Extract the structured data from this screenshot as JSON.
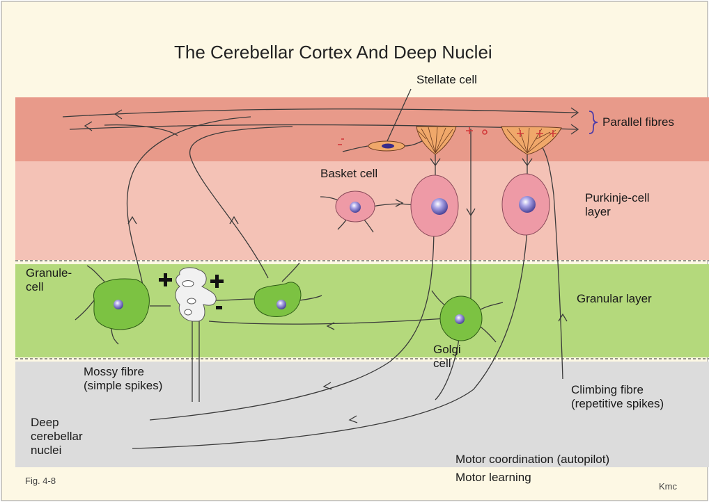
{
  "title": "The Cerebellar Cortex And Deep Nuclei",
  "colors": {
    "background": "#fdf8e4",
    "molecular_layer": "#e89a8a",
    "purkinje_layer": "#f4c2b6",
    "granular_layer": "#b4d97c",
    "white_matter": "#dcdcdc",
    "purkinje_cell": "#ee9aa6",
    "granule_cell": "#7cc242",
    "nucleus": "#8e86d6",
    "dendrite_tree": "#f0a86a",
    "excitatory_sign": "#d23a3a"
  },
  "labels": {
    "stellate_cell": "Stellate cell",
    "parallel_fibres": "Parallel fibres",
    "basket_cell": "Basket cell",
    "purkinje_layer": "Purkinje-cell\nlayer",
    "granule_cell": "Granule-\ncell",
    "granular_layer": "Granular layer",
    "golgi_cell": "Golgi\ncell",
    "mossy_fibre": "Mossy fibre\n(simple spikes)",
    "climbing_fibre": "Climbing fibre\n(repetitive spikes)",
    "deep_nuclei": "Deep\ncerebellar\nnuclei",
    "motor_coordination": "Motor coordination (autopilot)",
    "motor_learning": "Motor learning",
    "figure_number": "Fig. 4-8",
    "author": "Kmc"
  },
  "signs": {
    "plus": "+",
    "minus": "-"
  }
}
